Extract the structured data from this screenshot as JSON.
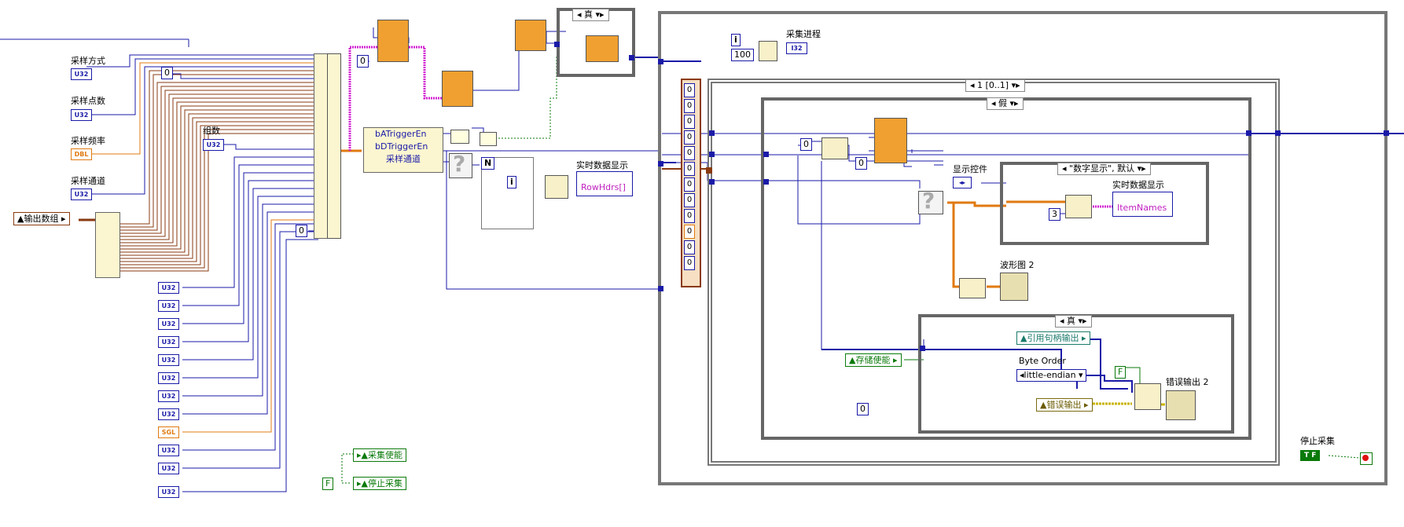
{
  "controls": {
    "sample_mode": "采样方式",
    "sample_points": "采样点数",
    "sample_freq": "采样频率",
    "sample_channel": "采样通道",
    "group_count": "组数",
    "acq_progress": "采集进程",
    "stop_acq": "停止采集",
    "realtime_display_1": "实时数据显示",
    "realtime_display_2": "实时数据显示",
    "display_control": "显示控件",
    "waveform_graph": "波形图 2",
    "byte_order_label": "Byte Order",
    "error_out_2": "错误输出 2"
  },
  "terminals": {
    "u32": "U32",
    "dbl": "DBL",
    "sgl": "SGL",
    "i32": "I32",
    "tf": "T F"
  },
  "locals": {
    "output_array": "输出数组",
    "acq_enable": "采集使能",
    "stop_acq": "停止采集",
    "store_enable": "存储使能",
    "ref_handle_out": "引用句柄输出",
    "error_out": "错误输出"
  },
  "constants": {
    "zero": "0",
    "hundred": "100",
    "three": "3",
    "false_const": "F",
    "little_endian": "little-endian"
  },
  "cluster": {
    "field1": "bATriggerEn",
    "field2": "bDTriggerEn",
    "field3": "采样通道"
  },
  "property_nodes": {
    "row_headers": "RowHdrs[]",
    "item_names": "ItemNames"
  },
  "structures": {
    "case_true_top": "真",
    "sequence_frame": "1 [0..1]",
    "case_false": "假",
    "case_display": "\"数字显示\", 默认",
    "case_true_bottom": "真"
  },
  "loop_index": "i",
  "loop_count": "N",
  "array_constant_values": [
    "0",
    "0",
    "0",
    "0",
    "0",
    "0",
    "0",
    "0",
    "0",
    "0",
    "0",
    "0"
  ],
  "colors": {
    "int_wire": "#1a1aa8",
    "cluster_wire": "#8a3a10",
    "bool_wire": "#0a7a0a",
    "dbl_wire": "#e07a10",
    "string_wire": "#d020d0",
    "error_wire": "#c8b400"
  }
}
